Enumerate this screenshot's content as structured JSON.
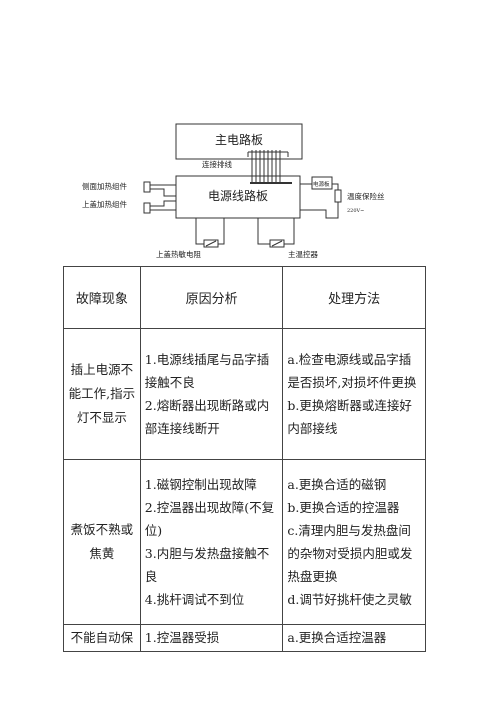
{
  "diagram": {
    "main_board": "主电路板",
    "connector_cable": "连接排线",
    "power_board": "电源线路板",
    "side_heater": "侧面加热组件",
    "top_heater": "上盖加热组件",
    "small_module": "电源板",
    "fuse_label": "温度保险丝",
    "voltage_label": "220V~",
    "lid_sensor": "上盖热敏电阻",
    "main_thermostat": "主温控器"
  },
  "table": {
    "headers": [
      "故障现象",
      "原因分析",
      "处理方法"
    ],
    "rows": [
      {
        "symptom": "插上电源不能工作,指示灯不显示",
        "causes": [
          "1.电源线插尾与品字插接触不良",
          "2.熔断器出现断路或内部连接线断开"
        ],
        "fixes": [
          "a.检查电源线或品字插是否损坏,对损坏件更换",
          "b.更换熔断器或连接好内部接线"
        ]
      },
      {
        "symptom": "煮饭不熟或焦黄",
        "causes": [
          "1.磁钢控制出现故障",
          "2.控温器出现故障(不复位)",
          "3.内胆与发热盘接触不良",
          "4.挑杆调试不到位"
        ],
        "fixes": [
          "a.更换合适的磁钢",
          "b.更换合适的控温器",
          "c.清理内胆与发热盘间的杂物对受损内胆或发热盘更换",
          "d.调节好挑杆使之灵敏"
        ]
      },
      {
        "symptom": "不能自动保",
        "causes": [
          "1.控温器受损"
        ],
        "fixes": [
          "a.更换合适控温器"
        ]
      }
    ]
  }
}
